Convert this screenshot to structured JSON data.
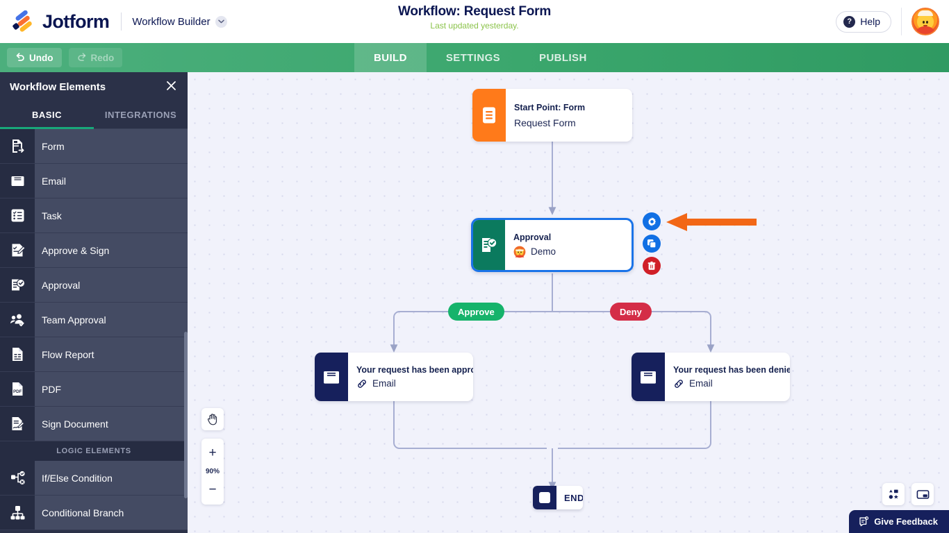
{
  "header": {
    "logo_text": "Jotform",
    "builder_label": "Workflow Builder",
    "chevron_icon": "chevron-down-icon",
    "title": "Workflow: Request Form",
    "subtitle": "Last updated yesterday.",
    "help_label": "Help",
    "help_icon": "question-mark-icon",
    "avatar_icon": "user-avatar-cat"
  },
  "toolbar": {
    "undo_label": "Undo",
    "redo_label": "Redo",
    "undo_icon": "undo-arrow-icon",
    "redo_icon": "redo-arrow-icon",
    "tabs": [
      {
        "label": "BUILD",
        "active": true
      },
      {
        "label": "SETTINGS",
        "active": false
      },
      {
        "label": "PUBLISH",
        "active": false
      }
    ]
  },
  "sidebar": {
    "title": "Workflow Elements",
    "close_icon": "close-icon",
    "tabs": [
      {
        "label": "BASIC",
        "active": true
      },
      {
        "label": "INTEGRATIONS",
        "active": false
      }
    ],
    "items": [
      {
        "label": "Form",
        "icon": "form-icon"
      },
      {
        "label": "Email",
        "icon": "email-icon"
      },
      {
        "label": "Task",
        "icon": "task-checklist-icon"
      },
      {
        "label": "Approve & Sign",
        "icon": "approve-sign-icon"
      },
      {
        "label": "Approval",
        "icon": "approval-check-icon"
      },
      {
        "label": "Team Approval",
        "icon": "team-approval-icon"
      },
      {
        "label": "Flow Report",
        "icon": "flow-report-icon"
      },
      {
        "label": "PDF",
        "icon": "pdf-icon"
      },
      {
        "label": "Sign Document",
        "icon": "sign-document-icon"
      }
    ],
    "section_label": "LOGIC ELEMENTS",
    "logic_items": [
      {
        "label": "If/Else Condition",
        "icon": "if-else-condition-icon"
      },
      {
        "label": "Conditional Branch",
        "icon": "conditional-branch-icon"
      }
    ]
  },
  "canvas": {
    "start_node": {
      "title": "Start Point: Form",
      "subtitle": "Request Form",
      "icon": "form-document-icon",
      "icon_color": "#ff7a1a"
    },
    "approval_node": {
      "title": "Approval",
      "subtitle": "Demo",
      "icon": "approval-check-icon",
      "avatar_icon": "cat-avatar-icon",
      "icon_color": "#0b7a5e",
      "selected_border_color": "#1a73e8"
    },
    "branch_labels": [
      {
        "label": "Approve",
        "color": "#16b36b"
      },
      {
        "label": "Deny",
        "color": "#d42d47"
      }
    ],
    "email_approved": {
      "title": "Your request has been appro...",
      "subtitle": "Email",
      "icon": "envelope-icon",
      "link_icon": "link-icon"
    },
    "email_denied": {
      "title": "Your request has been denied.",
      "subtitle": "Email",
      "icon": "envelope-icon",
      "link_icon": "link-icon"
    },
    "end_node": {
      "label": "END",
      "icon": "stop-square-icon"
    },
    "node_actions": [
      {
        "name": "settings",
        "icon": "gear-icon",
        "color": "#1170e4"
      },
      {
        "name": "duplicate",
        "icon": "copy-icon",
        "color": "#1170e4"
      },
      {
        "name": "delete",
        "icon": "trash-icon",
        "color": "#d01f28"
      }
    ],
    "pointer_arrow_color": "#f26716",
    "pan_icon": "hand-pan-icon",
    "zoom_in_label": "+",
    "zoom_level": "90%",
    "zoom_out_label": "−",
    "elements_panel_icon": "shapes-elements-icon",
    "minimap_icon": "minimap-icon"
  },
  "feedback": {
    "label": "Give Feedback",
    "icon": "feedback-icon"
  }
}
